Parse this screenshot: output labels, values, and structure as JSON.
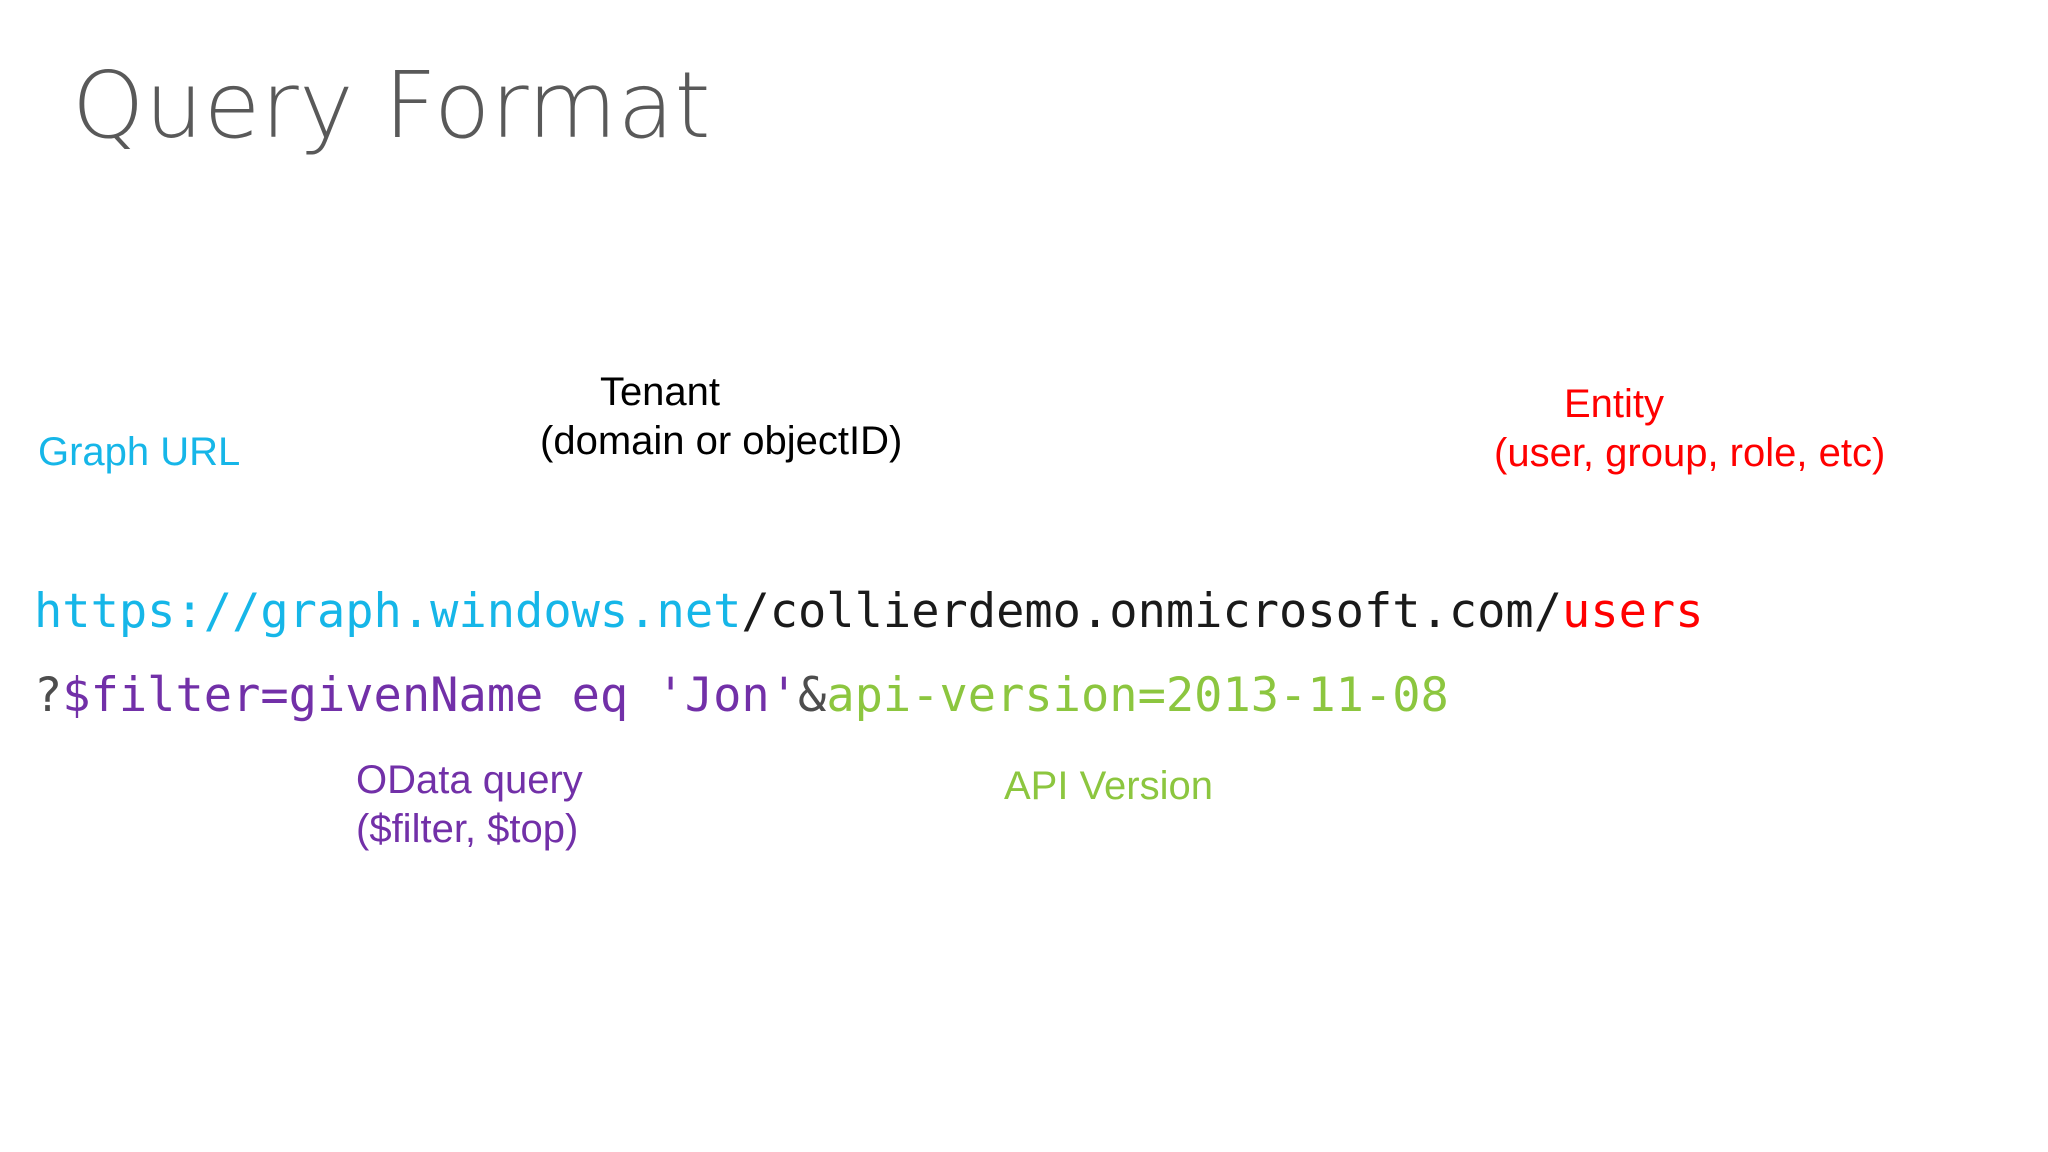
{
  "slide": {
    "title": "Query Format",
    "background_color": "#FFFFFF"
  },
  "colors": {
    "title_gray": "#595959",
    "graph_url_cyan": "#16B6E8",
    "tenant_black": "#000000",
    "entity_red": "#FF0000",
    "odata_purple": "#7230A8",
    "api_version_green": "#8CC63F",
    "punctuation_gray": "#4D4D4D"
  },
  "callouts": {
    "graph_url": {
      "lines": [
        "Graph URL"
      ],
      "color": "#16B6E8"
    },
    "tenant": {
      "lines": [
        "Tenant",
        "(domain or objectID)"
      ],
      "color": "#000000"
    },
    "entity": {
      "lines": [
        "Entity",
        "(user, group, role, etc)"
      ],
      "color": "#FF0000"
    },
    "odata_query": {
      "lines": [
        "OData query",
        "($filter, $top)"
      ],
      "color": "#7230A8"
    },
    "api_version": {
      "lines": [
        "API Version"
      ],
      "color": "#8CC63F"
    }
  },
  "query": {
    "full_text": "https://graph.windows.net/collierdemo.onmicrosoft.com/users?$filter=givenName eq 'Jon'&api-version=2013-11-08",
    "line1": {
      "scheme_host": "https://graph.windows.net",
      "separator_1": "/",
      "tenant": "collierdemo.onmicrosoft.com",
      "separator_2": "/",
      "entity": "users"
    },
    "line2": {
      "question_mark": "?",
      "odata_filter": "$filter=givenName eq 'Jon'",
      "ampersand": "&",
      "api_version": "api-version=2013-11-08"
    }
  }
}
